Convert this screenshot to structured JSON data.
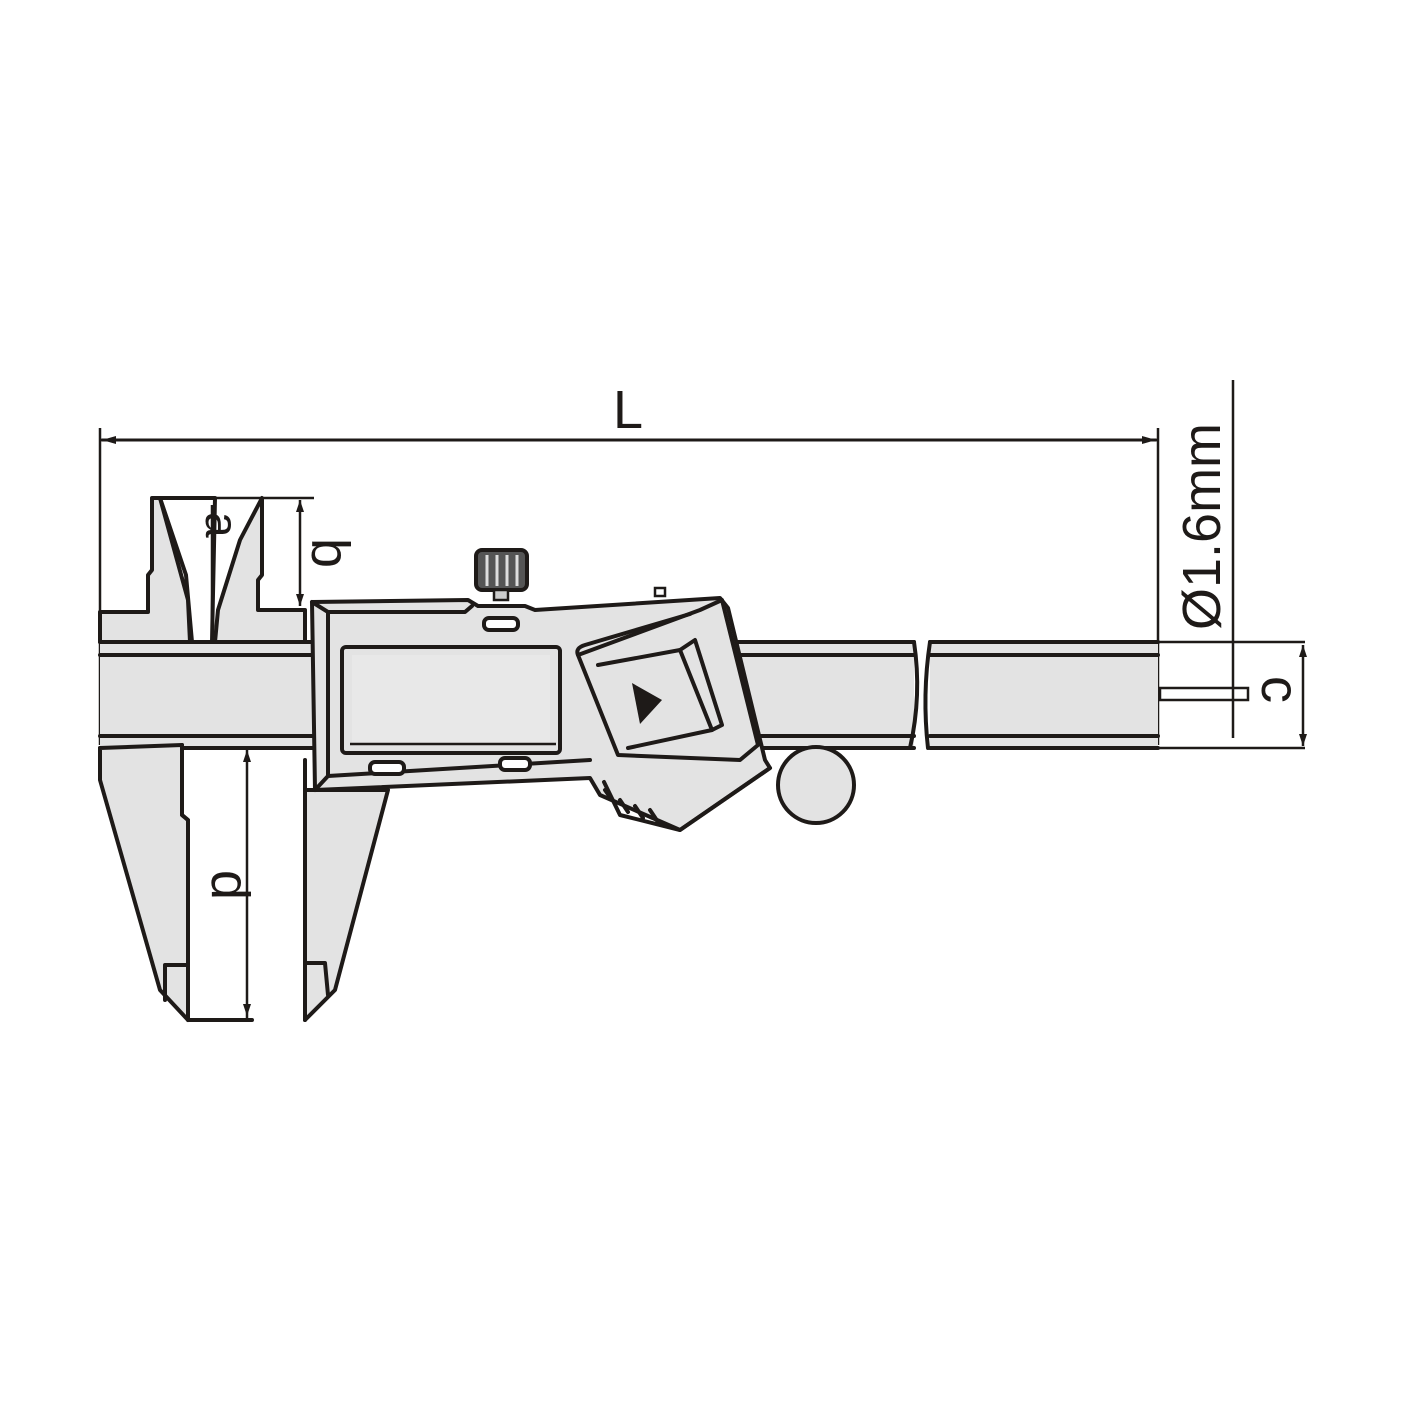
{
  "diagram": {
    "type": "digital-caliper-dimension-drawing",
    "labels": {
      "length": "L",
      "inside_jaw_width": "a",
      "inside_jaw_depth": "b",
      "depth_rod_section": "c",
      "outside_jaw_depth": "d",
      "depth_rod_diameter": "Ø1.6mm"
    },
    "parts": [
      "main-beam",
      "outside-jaws",
      "inside-jaws",
      "slider-body",
      "lcd-display",
      "display-button",
      "lock-screw",
      "thumb-roller",
      "depth-rod"
    ],
    "colors": {
      "line": "#1e1a18",
      "fill": "#e3e3e3",
      "background": "#ffffff"
    }
  }
}
